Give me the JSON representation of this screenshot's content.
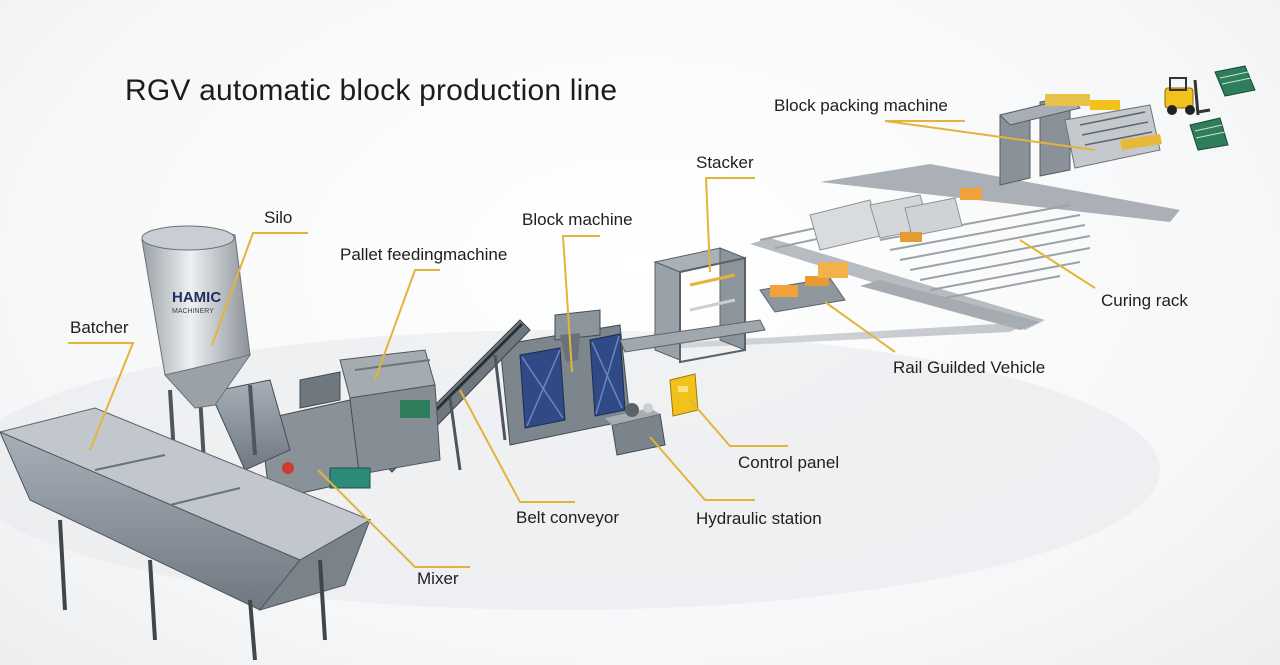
{
  "title": "RGV automatic block production line",
  "labels": {
    "batcher": "Batcher",
    "silo": "Silo",
    "pallet_feeding": "Pallet feedingmachine",
    "block_machine": "Block machine",
    "stacker": "Stacker",
    "block_packing": "Block packing machine",
    "curing_rack": "Curing rack",
    "rgv": "Rail Guilded Vehicle",
    "control_panel": "Control panel",
    "hydraulic_station": "Hydraulic station",
    "belt_conveyor": "Belt conveyor",
    "mixer": "Mixer"
  },
  "silo_brand": "HAMIC MACHINERY",
  "colors": {
    "leader": "#e2b53a",
    "steel": "#7c858d",
    "steel_dark": "#4e565d",
    "steel_light": "#b9c0c6",
    "blue_panel": "#2f4a86",
    "yellow": "#f2c21b",
    "green": "#2e7d5b"
  }
}
